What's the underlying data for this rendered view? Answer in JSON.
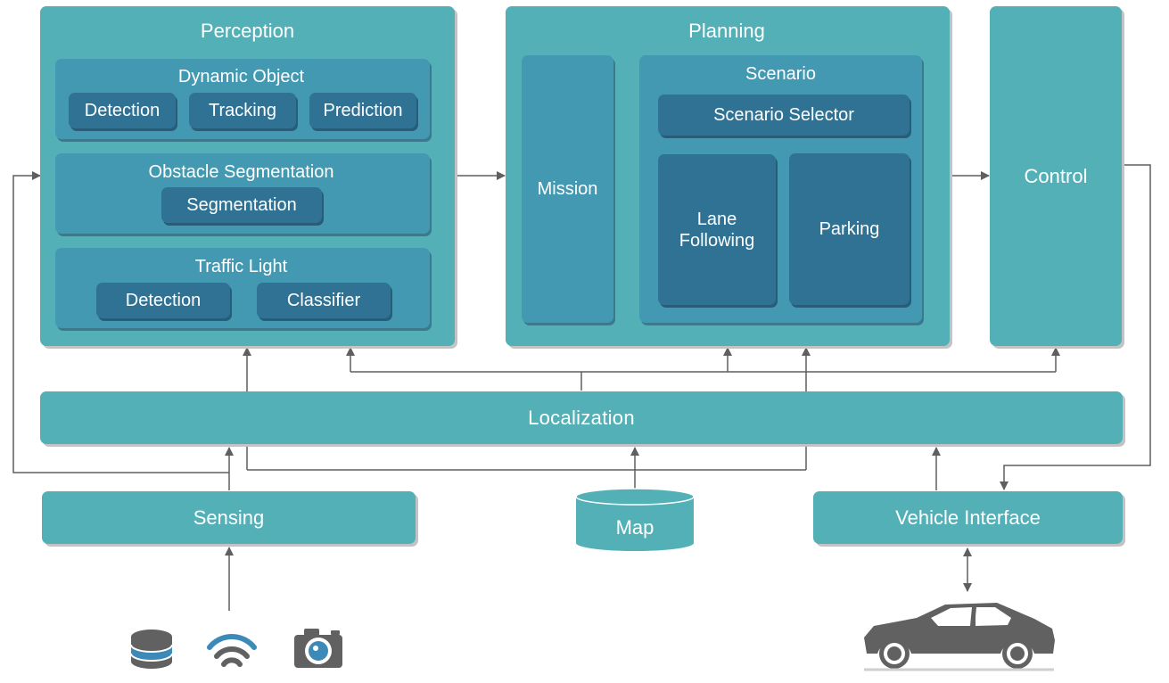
{
  "perception": {
    "title": "Perception",
    "dynamic_object": {
      "title": "Dynamic Object",
      "items": [
        "Detection",
        "Tracking",
        "Prediction"
      ]
    },
    "obstacle_segmentation": {
      "title": "Obstacle Segmentation",
      "items": [
        "Segmentation"
      ]
    },
    "traffic_light": {
      "title": "Traffic Light",
      "items": [
        "Detection",
        "Classifier"
      ]
    }
  },
  "planning": {
    "title": "Planning",
    "mission": "Mission",
    "scenario": {
      "title": "Scenario",
      "selector": "Scenario Selector",
      "lane_following": "Lane\nFollowing",
      "parking": "Parking"
    }
  },
  "control": "Control",
  "localization": "Localization",
  "sensing": "Sensing",
  "map": "Map",
  "vehicle_interface": "Vehicle Interface",
  "icons": [
    "database-icon",
    "wireless-icon",
    "camera-icon",
    "car-icon"
  ],
  "colors": {
    "outer": "#52b0b6",
    "inner": "#4499b2",
    "module": "#2f7294",
    "arrow": "#5f5f5f",
    "icon": "#616161",
    "accent": "#3d8ab8"
  }
}
